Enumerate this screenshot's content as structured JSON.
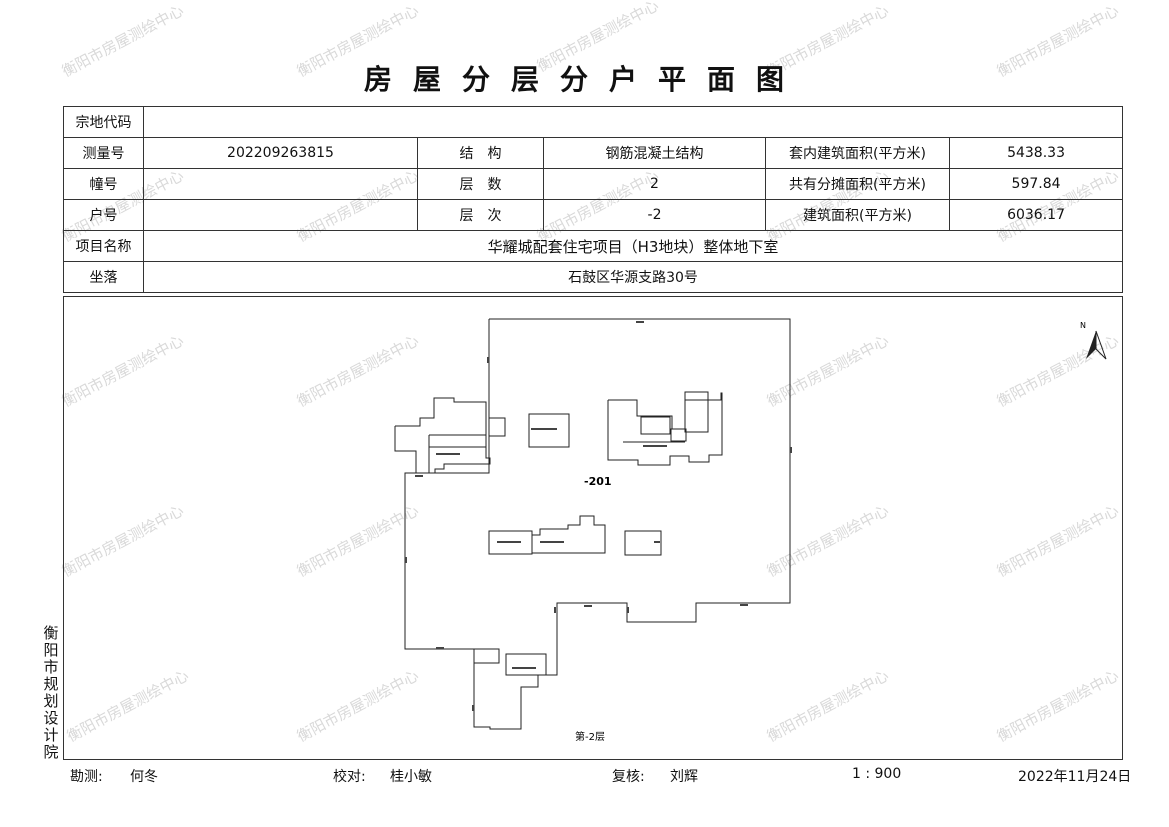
{
  "watermark": "衡阳市房屋测绘中心",
  "title": "房屋分层分户平面图",
  "info": {
    "zongdi_label": "宗地代码",
    "zongdi_value": "",
    "celiang_label": "测量号",
    "celiang_value": "202209263815",
    "jiegou_label": "结　构",
    "jiegou_value": "钢筋混凝土结构",
    "taonei_label": "套内建筑面积(平方米)",
    "taonei_value": "5438.33",
    "zhuang_label": "幢号",
    "zhuang_value": "",
    "cengshu_label": "层　数",
    "cengshu_value": "2",
    "gongyou_label": "共有分摊面积(平方米)",
    "gongyou_value": "597.84",
    "hu_label": "户号",
    "hu_value": "",
    "cengci_label": "层　次",
    "cengci_value": "-2",
    "jianzhu_label": "建筑面积(平方米)",
    "jianzhu_value": "6036.17",
    "xiangmu_label": "项目名称",
    "xiangmu_value": "华耀城配套住宅项目（H3地块）整体地下室",
    "zuoluo_label": "坐落",
    "zuoluo_value": "石鼓区华源支路30号"
  },
  "plan": {
    "unit_label": "-201",
    "floor_caption": "第-2层",
    "north_label": "N"
  },
  "sidebar_org": "衡阳市规划设计院",
  "footer": {
    "kance_label": "勘测:",
    "kance_name": "何冬",
    "jiaodui_label": "校对:",
    "jiaodui_name": "桂小敏",
    "fuhe_label": "复核:",
    "fuhe_name": "刘辉",
    "scale": "1 : 900",
    "date": "2022年11月24日"
  }
}
